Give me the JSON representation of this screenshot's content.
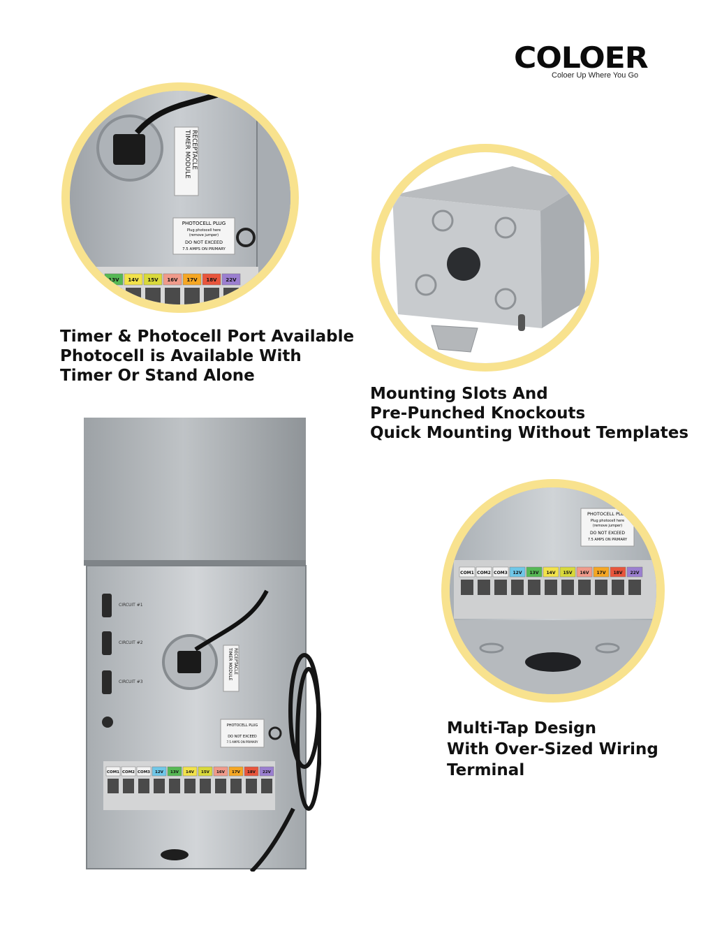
{
  "brand": {
    "logo_text": "COLOER",
    "tagline": "Coloer Up Where You Go"
  },
  "features": [
    {
      "lines": [
        "Timer & Photocell Port Available",
        "Photocell is Available With",
        "Timer Or Stand Alone"
      ]
    },
    {
      "lines": [
        "Mounting Slots And",
        "Pre-Punched Knockouts",
        "Quick Mounting Without Templates"
      ]
    },
    {
      "lines": [
        "Multi-Tap Design",
        "With Over-Sized Wiring",
        "Terminal"
      ]
    }
  ],
  "labels": {
    "timer_receptacle": [
      "TIMER MODULE",
      "RECEPTACLE"
    ],
    "photocell_plug": [
      "PHOTOCELL PLUG",
      "Plug photocell here",
      "(remove jumper)",
      "DO NOT EXCEED",
      "7.5 AMPS ON PRIMARY"
    ],
    "circuits": [
      "CIRCUIT #1",
      "CIRCUIT #2",
      "CIRCUIT #3"
    ]
  },
  "terminals": [
    "COM1",
    "COM2",
    "COM3",
    "12V",
    "13V",
    "14V",
    "15V",
    "16V",
    "17V",
    "18V",
    "22V"
  ],
  "terminal_colors": [
    "#f2f2f2",
    "#f2f2f2",
    "#f2f2f2",
    "#6fc7e8",
    "#56b854",
    "#f2e24a",
    "#d9d93a",
    "#f09a8a",
    "#f5a623",
    "#e8553c",
    "#9b7fd0"
  ],
  "colors": {
    "accent_ring": "#f8e28e",
    "steel": "#b9bdc1"
  }
}
